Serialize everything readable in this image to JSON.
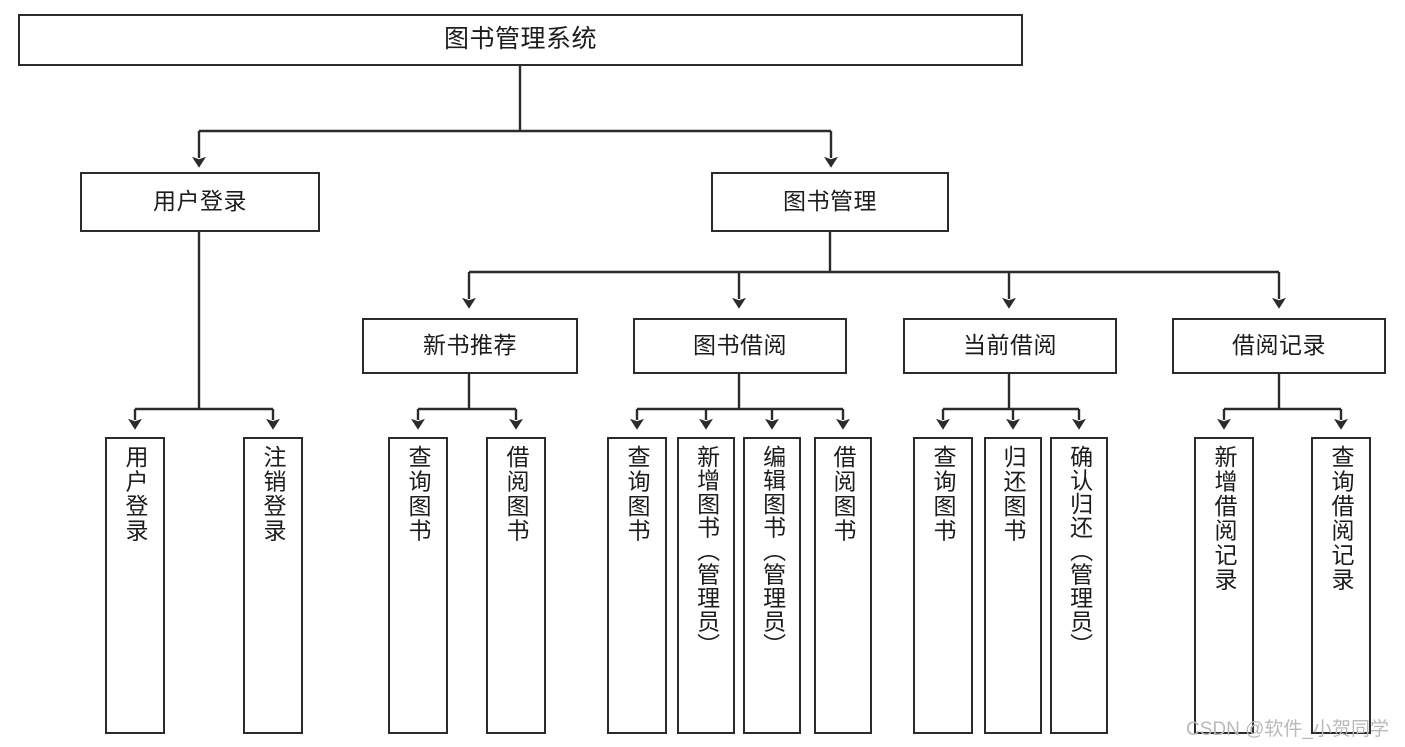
{
  "diagram": {
    "type": "hierarchy-tree",
    "title": "图书管理系统",
    "levels": 4,
    "colors": {
      "box_border": "#2b2b2b",
      "box_fill": "#ffffff",
      "connector": "#2b2b2b",
      "text": "#1c1c1c",
      "watermark": "#b9b9b9",
      "background": "#ffffff"
    },
    "root": {
      "label": "图书管理系统"
    },
    "level2": [
      {
        "label": "用户登录"
      },
      {
        "label": "图书管理"
      }
    ],
    "level3": [
      {
        "label": "新书推荐"
      },
      {
        "label": "图书借阅"
      },
      {
        "label": "当前借阅"
      },
      {
        "label": "借阅记录"
      }
    ],
    "leaves": [
      {
        "label": "用户登录",
        "parent": "用户登录"
      },
      {
        "label": "注销登录",
        "parent": "用户登录"
      },
      {
        "label": "查询图书",
        "parent": "新书推荐"
      },
      {
        "label": "借阅图书",
        "parent": "新书推荐"
      },
      {
        "label": "查询图书",
        "parent": "图书借阅"
      },
      {
        "label": "新增图书（管理员）",
        "parent": "图书借阅"
      },
      {
        "label": "编辑图书（管理员）",
        "parent": "图书借阅"
      },
      {
        "label": "借阅图书",
        "parent": "图书借阅"
      },
      {
        "label": "查询图书",
        "parent": "当前借阅"
      },
      {
        "label": "归还图书",
        "parent": "当前借阅"
      },
      {
        "label": "确认归还（管理员）",
        "parent": "当前借阅"
      },
      {
        "label": "新增借阅记录",
        "parent": "借阅记录"
      },
      {
        "label": "查询借阅记录",
        "parent": "借阅记录"
      }
    ]
  },
  "watermark": {
    "text": "CSDN @软件_小贺同学"
  }
}
